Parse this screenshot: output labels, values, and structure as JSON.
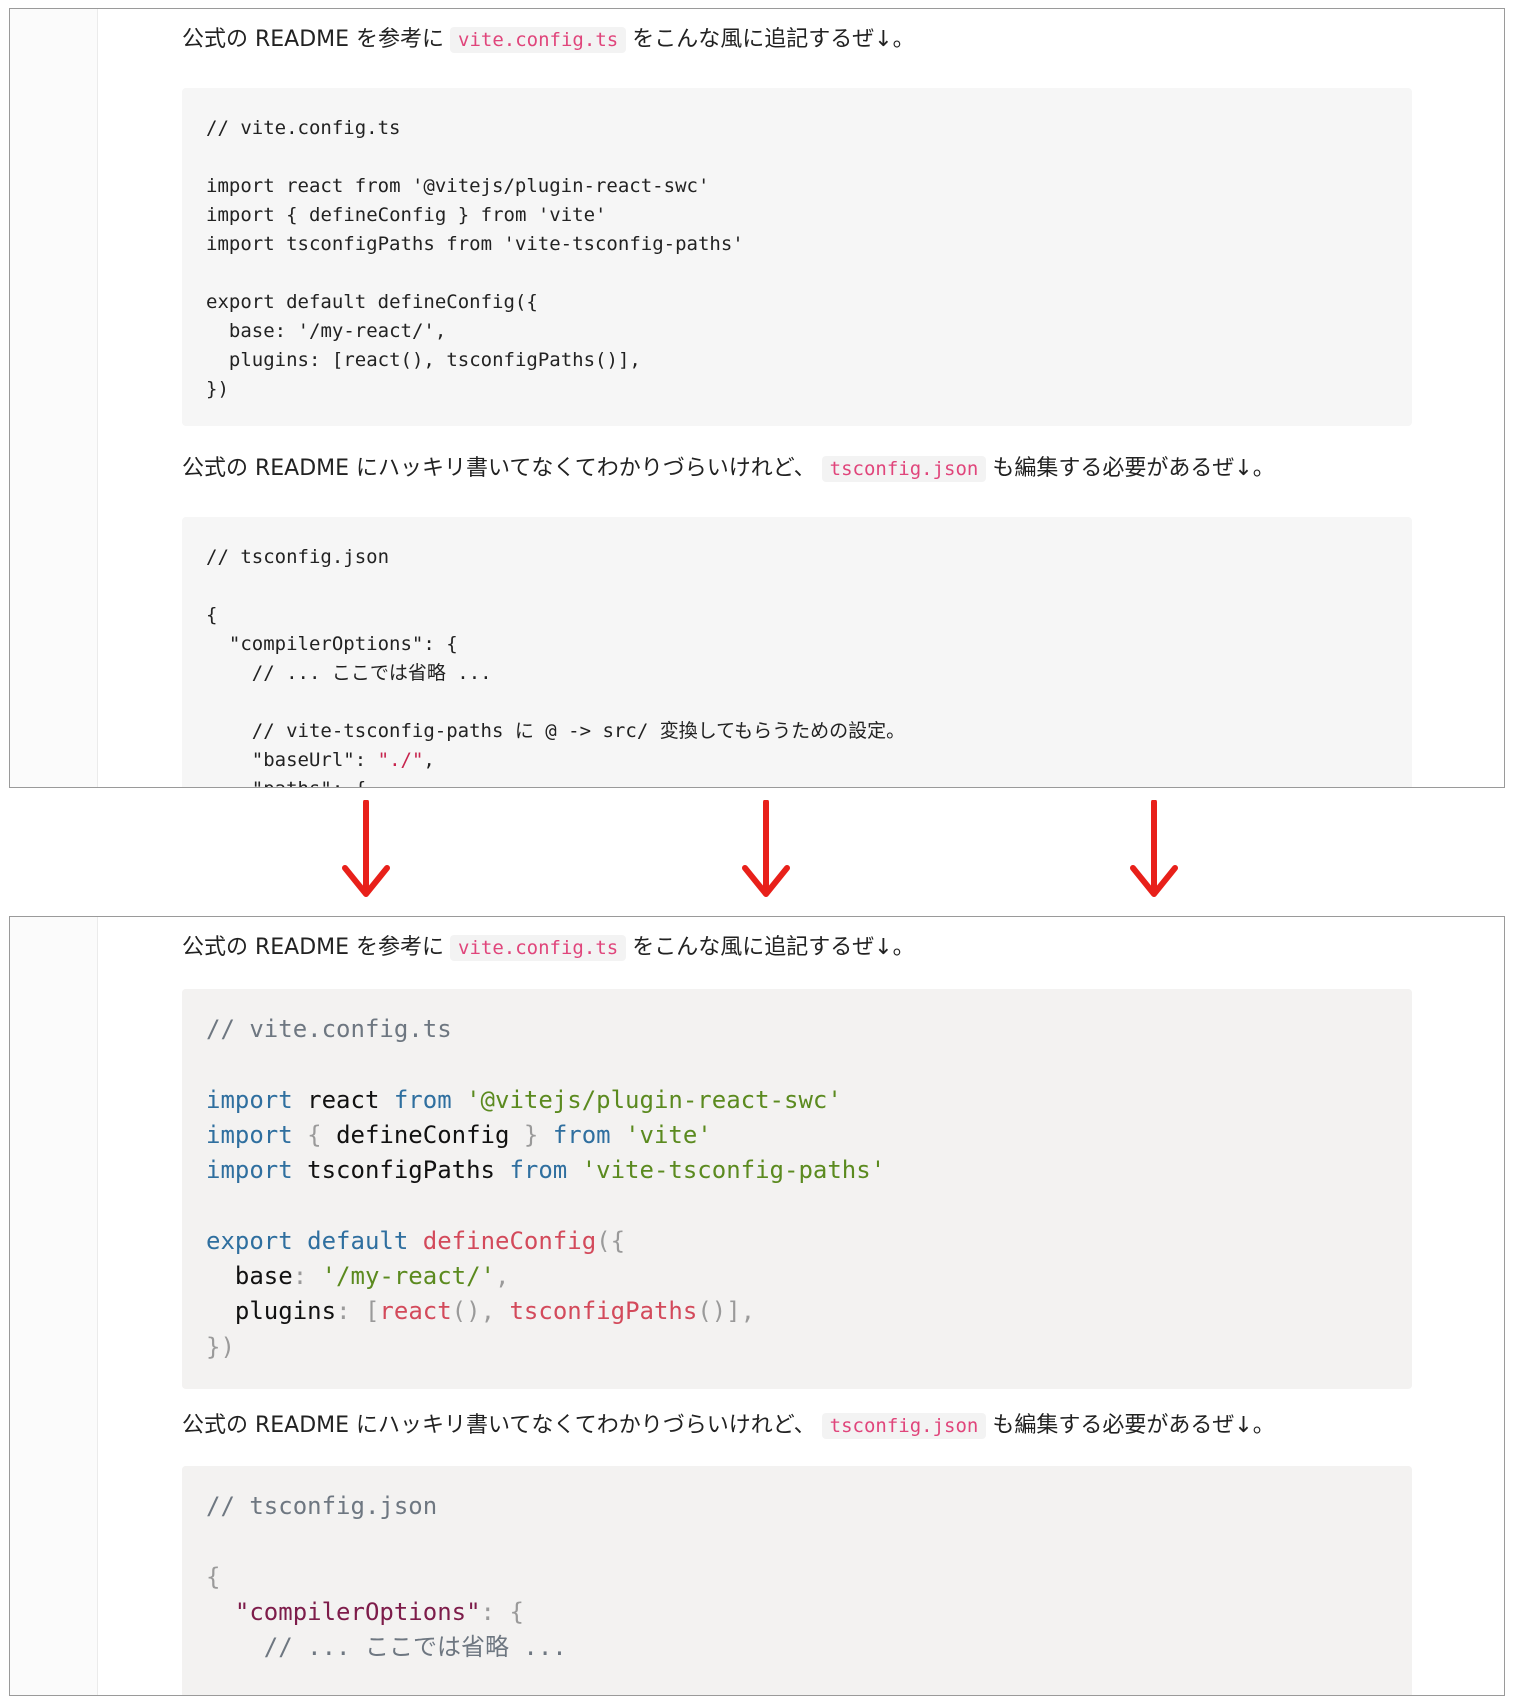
{
  "paragraphs": {
    "p1_before": "公式の README を参考に",
    "p1_code": "vite.config.ts",
    "p1_after": "をこんな風に追記するぜ↓。",
    "p2_before": "公式の README にハッキリ書いてなくてわかりづらいけれど、",
    "p2_code": "tsconfig.json",
    "p2_after": "も編集する必要があるぜ↓。"
  },
  "vite_code": {
    "comment": "// vite.config.ts",
    "l1_import": "import",
    "l1_name": "react",
    "l1_from": "from",
    "l1_str": "'@vitejs/plugin-react-swc'",
    "l2_import": "import",
    "l2_open": "{",
    "l2_name": "defineConfig",
    "l2_close": "}",
    "l2_from": "from",
    "l2_str": "'vite'",
    "l3_import": "import",
    "l3_name": "tsconfigPaths",
    "l3_from": "from",
    "l3_str": "'vite-tsconfig-paths'",
    "l4_export": "export",
    "l4_default": "default",
    "l4_fn": "defineConfig",
    "l4_open": "({",
    "l5_key": "base",
    "l5_colon": ":",
    "l5_str": "'/my-react/'",
    "l5_comma": ",",
    "l6_key": "plugins",
    "l6_colon": ":",
    "l6_br1": "[",
    "l6_fn1": "react",
    "l6_par1": "()",
    "l6_comma1": ",",
    "l6_fn2": "tsconfigPaths",
    "l6_par2": "()",
    "l6_br2": "],",
    "l7_close": "})"
  },
  "tsconfig_code": {
    "comment": "// tsconfig.json",
    "brace_open": "{",
    "compiler_key": "\"compilerOptions\"",
    "colon": ":",
    "obj_open": "{",
    "omit_comment": "// ... ここでは省略 ...",
    "paths_comment": "// vite-tsconfig-paths に @ -> src/ 変換してもらうための設定。",
    "baseurl_key": "\"baseUrl\"",
    "baseurl_value": "\"./\"",
    "comma": ",",
    "paths_key": "\"paths\"",
    "paths_open": "{"
  },
  "colors": {
    "arrow": "#e8201a",
    "inline_code_text": "#e0457b",
    "keyword": "#2f6f9f",
    "string": "#5b8a1f",
    "function": "#d34a5b",
    "comment": "#6e7781"
  },
  "icons": [
    "down-arrow-icon",
    "down-arrow-icon",
    "down-arrow-icon"
  ]
}
